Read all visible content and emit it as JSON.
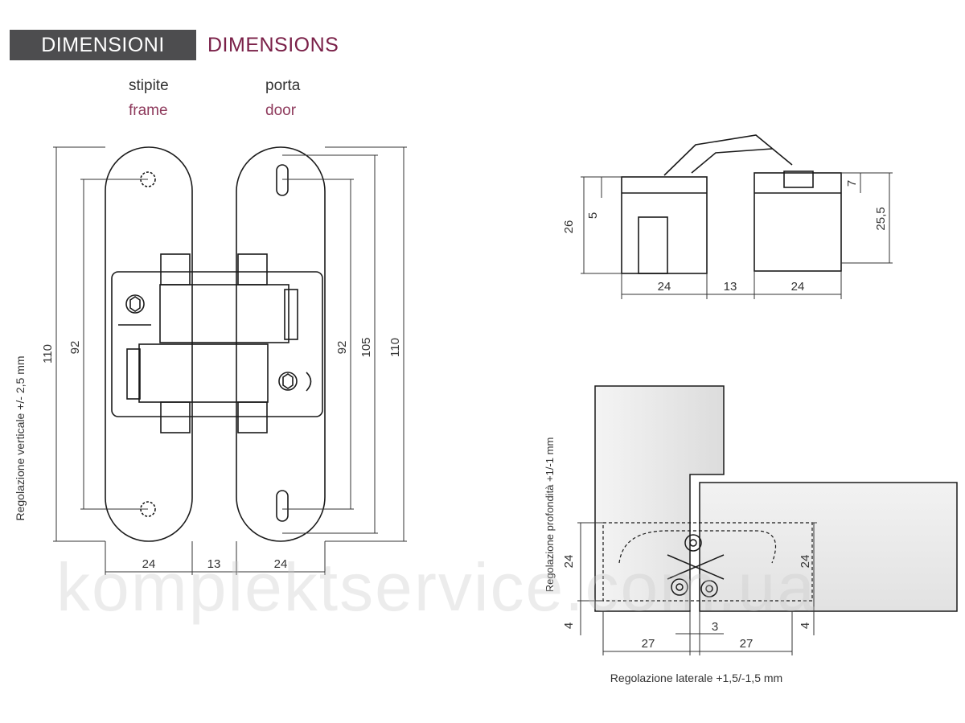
{
  "header": {
    "it": "DIMENSIONI",
    "en": "DIMENSIONS"
  },
  "labels": {
    "frame_it": "stipite",
    "frame_en": "frame",
    "door_it": "porta",
    "door_en": "door"
  },
  "front_view": {
    "dims": {
      "h110_left": "110",
      "h92_left": "92",
      "h92_right": "92",
      "h105": "105",
      "h110_right": "110",
      "w24_left": "24",
      "w13": "13",
      "w24_right": "24"
    },
    "vertical_adjust": "Regolazione verticale +/- 2,5 mm"
  },
  "side_view": {
    "dims": {
      "h26": "26",
      "h5": "5",
      "h7": "7",
      "h25_5": "25,5",
      "w24_left": "24",
      "w13": "13",
      "w24_right": "24"
    }
  },
  "top_view": {
    "dims": {
      "d24_left": "24",
      "d24_right": "24",
      "d4_left": "4",
      "d4_right": "4",
      "d3": "3",
      "d27_left": "27",
      "d27_right": "27"
    },
    "depth_adjust": "Regolazione profondità +1/-1 mm",
    "lateral_adjust": "Regolazione laterale +1,5/-1,5 mm"
  },
  "watermark": "komplektservice.com.ua"
}
